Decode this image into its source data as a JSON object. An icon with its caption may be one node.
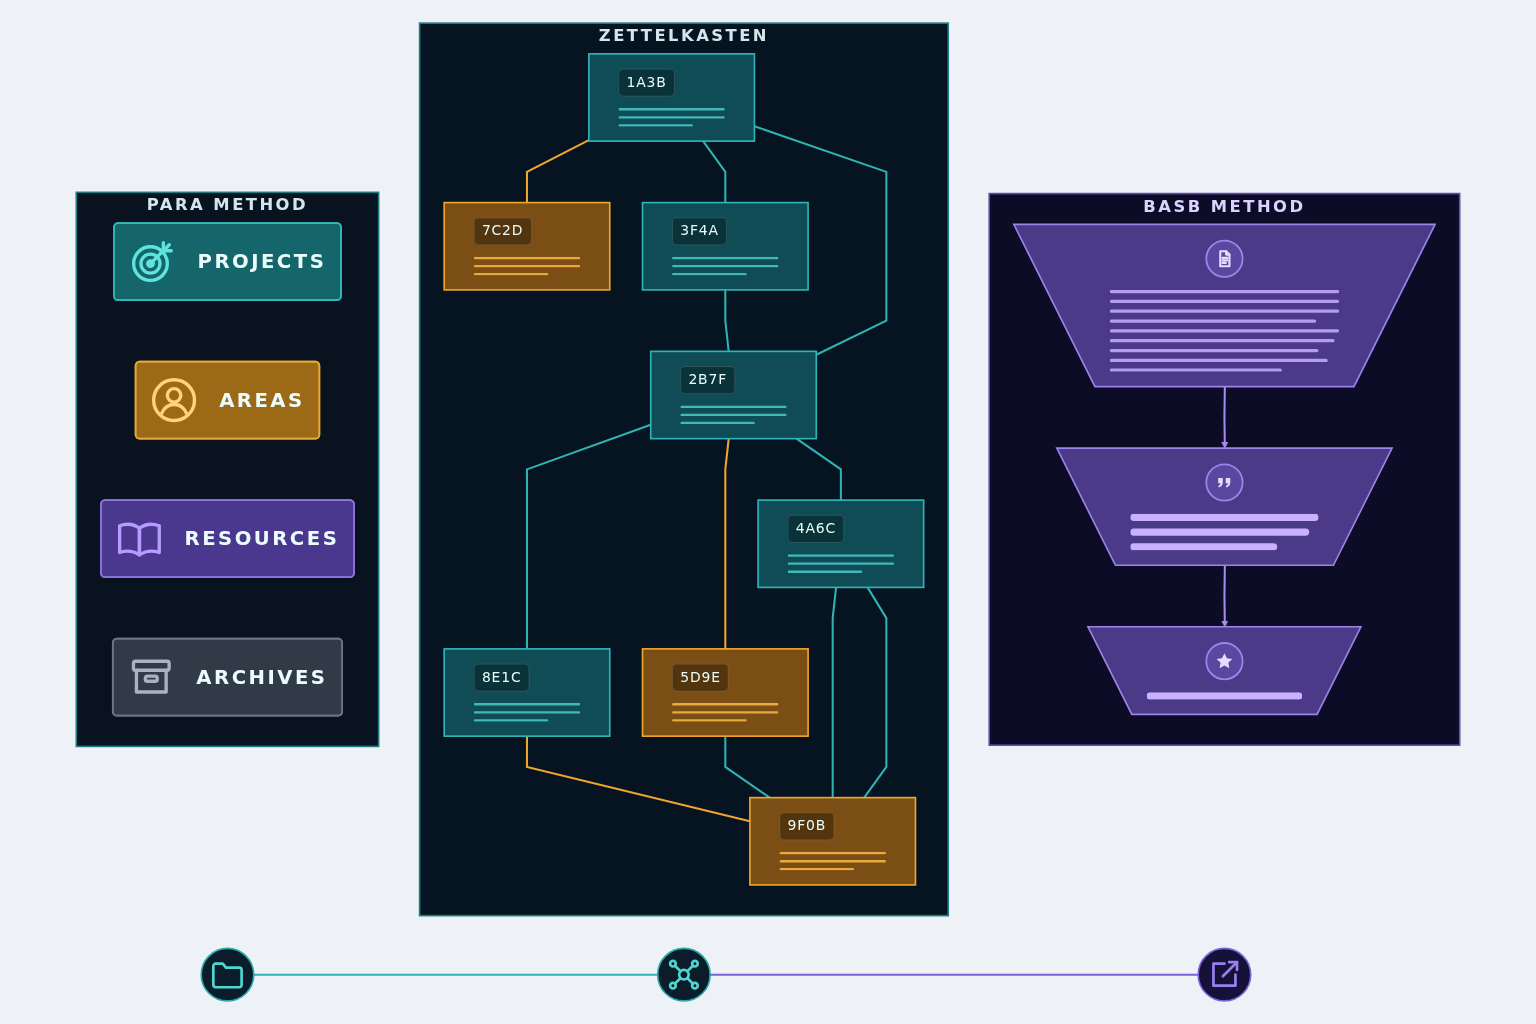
{
  "diagram": {
    "nodes": [
      {
        "text": [
          "PARA METHOD"
        ]
      },
      {
        "text": [
          "PROJECTS"
        ],
        "in": 0
      },
      {
        "text": [
          "AREAS"
        ],
        "in": 0
      },
      {
        "text": [
          "RESOURCES"
        ],
        "in": 0
      },
      {
        "text": [
          "ARCHIVES"
        ],
        "in": 0
      },
      {
        "text": [
          "ZETTELKASTEN"
        ]
      },
      {
        "text": [
          "1A3B"
        ],
        "in": 5
      },
      {
        "text": [
          "7C2D"
        ],
        "in": 5
      },
      {
        "text": [
          "3F4A"
        ],
        "in": 5
      },
      {
        "text": [
          "2B7F"
        ],
        "in": 5
      },
      {
        "text": [
          "8E1C"
        ],
        "in": 5
      },
      {
        "text": [
          "5D9E"
        ],
        "in": 5
      },
      {
        "text": [
          "4A6C"
        ],
        "in": 5
      },
      {
        "text": [
          "9F0B"
        ],
        "in": 5
      },
      {
        "text": [
          "BASB METHOD"
        ]
      },
      {
        "text": [],
        "shape": "trapezoid",
        "in": 14
      },
      {
        "text": [],
        "shape": "trapezoid",
        "in": 14
      },
      {
        "text": [],
        "shape": "trapezoid",
        "in": 14
      },
      {
        "text": [],
        "shape": "circle"
      },
      {
        "text": [],
        "shape": "circle"
      },
      {
        "text": [],
        "shape": "circle"
      }
    ],
    "edges": [
      {
        "from": 6,
        "to": 7,
        "arrow": "none",
        "color": "#f0a52c"
      },
      {
        "from": 6,
        "to": 8,
        "arrow": "none"
      },
      {
        "from": 6,
        "to": 9,
        "arrow": "none"
      },
      {
        "from": 8,
        "to": 9,
        "arrow": "none"
      },
      {
        "from": 9,
        "to": 10,
        "arrow": "none"
      },
      {
        "from": 9,
        "to": 11,
        "arrow": "none",
        "color": "#f0a52c"
      },
      {
        "from": 9,
        "to": 12,
        "arrow": "none"
      },
      {
        "from": 10,
        "to": 13,
        "arrow": "none",
        "color": "#f0a52c"
      },
      {
        "from": 12,
        "to": 13,
        "arrow": "none"
      },
      {
        "from": 11,
        "to": 13,
        "arrow": "none"
      },
      {
        "from": 12,
        "to": 13,
        "arrow": "none"
      },
      {
        "from": 15,
        "to": 16,
        "arrow": "to",
        "color": "#a58bef"
      },
      {
        "from": 16,
        "to": 17,
        "arrow": "to",
        "color": "#a58bef"
      },
      {
        "from": 18,
        "to": 19,
        "arrow": "none"
      },
      {
        "from": 19,
        "to": 20,
        "arrow": "none",
        "color": "#7b61d4"
      }
    ]
  }
}
